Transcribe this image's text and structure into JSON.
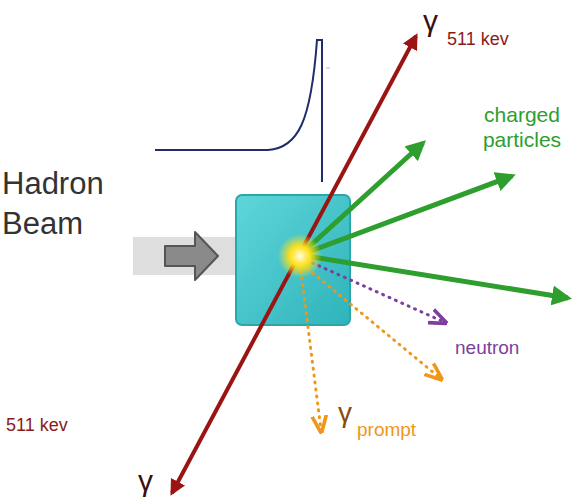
{
  "diagram": {
    "labels": [
      "Hadron Beam",
      "γ",
      "511 kev",
      "charged particles",
      "neutron",
      "γ",
      "prompt",
      "511 kev",
      "γ"
    ]
  }
}
